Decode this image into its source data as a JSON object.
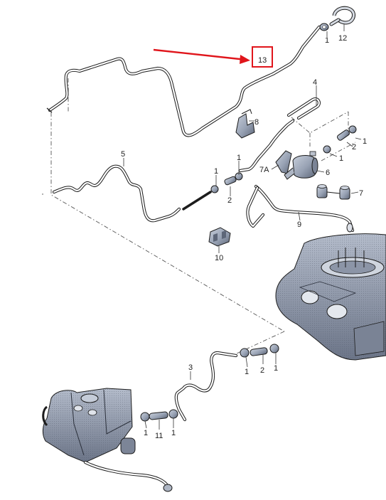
{
  "callouts": {
    "c1": "1",
    "c2": "2",
    "c3": "3",
    "c4": "4",
    "c5": "5",
    "c6": "6",
    "c7": "7",
    "c7a": "7A",
    "c8": "8",
    "c9": "9",
    "c10": "10",
    "c11": "11",
    "c12": "12",
    "c13": "13"
  },
  "highlight": {
    "color": "#e0151b",
    "target_label": "13"
  },
  "colors": {
    "line": "#1c1c1c",
    "part_fill": "#9aa4b6",
    "part_dark": "#5d6678",
    "part_light": "#c9d0dc"
  }
}
